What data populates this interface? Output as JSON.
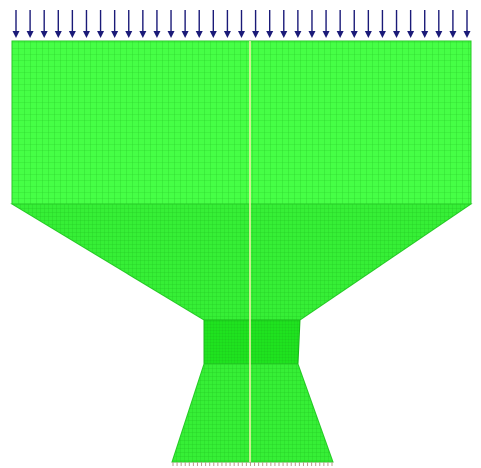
{
  "colors": {
    "background": "#ffffff",
    "mesh_fill": "#46ff46",
    "mesh_line": "#25c925",
    "mesh_line_light": "#8af08a",
    "neck_fill": "#1fe21f",
    "centerline": "#f1f2a6",
    "load_arrow": "#1a1a78",
    "support_mark": "#b89a8a"
  },
  "diagram": {
    "type": "finite-element-mesh",
    "load": {
      "kind": "distributed-downward",
      "arrow_count": 33,
      "icon": "down-arrow-icon"
    },
    "support": {
      "kind": "fixed-base",
      "mark_count": 40,
      "icon": "support-tick-icon"
    },
    "regions": [
      "top-block",
      "tapered-funnel",
      "neck",
      "bottom-flare"
    ],
    "centerline": true
  }
}
